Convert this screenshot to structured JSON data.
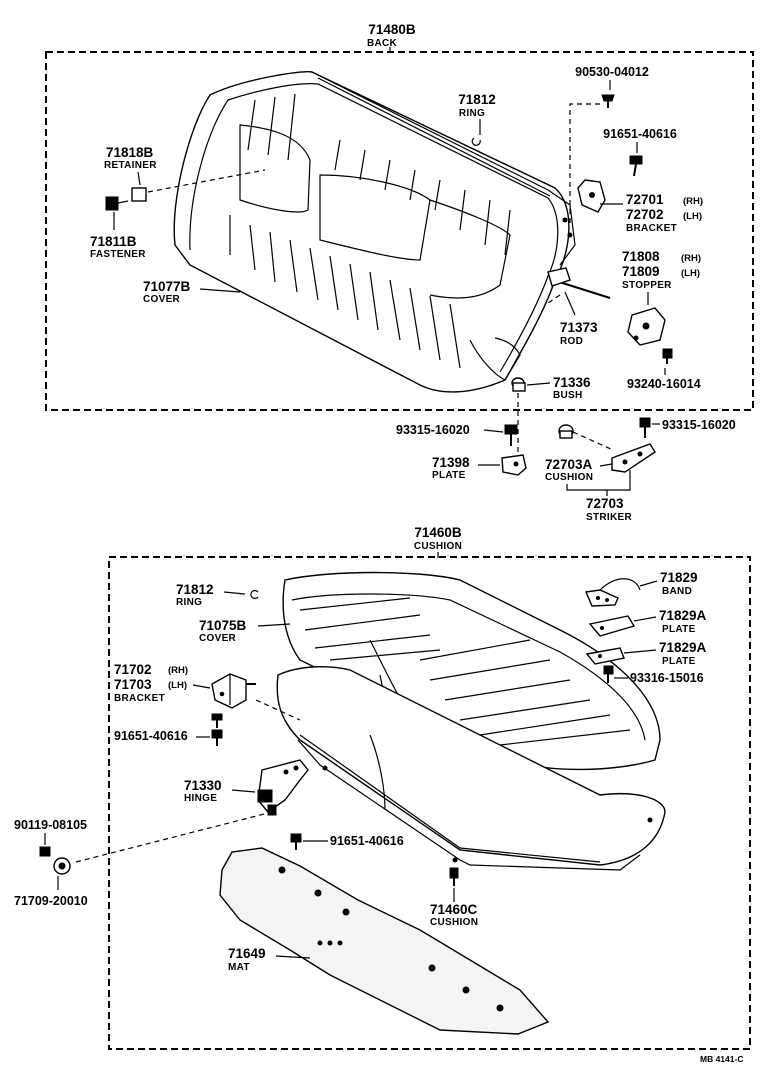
{
  "back": {
    "group": {
      "pn": "71480B",
      "name": "BACK"
    },
    "ring": {
      "pn": "71812",
      "name": "RING"
    },
    "screw_top": {
      "pn": "90530-04012"
    },
    "bolt_top": {
      "pn": "91651-40616"
    },
    "retainer": {
      "pn": "71818B",
      "name": "RETAINER"
    },
    "fastener": {
      "pn": "71811B",
      "name": "FASTENER"
    },
    "cover": {
      "pn": "71077B",
      "name": "COVER"
    },
    "bracket": {
      "pn1": "72701",
      "side1": "(RH)",
      "pn2": "72702",
      "side2": "(LH)",
      "name": "BRACKET"
    },
    "stopper": {
      "pn1": "71808",
      "side1": "(RH)",
      "pn2": "71809",
      "side2": "(LH)",
      "name": "STOPPER"
    },
    "rod": {
      "pn": "71373",
      "name": "ROD"
    },
    "bolt_stopper": {
      "pn": "93240-16014"
    },
    "bush": {
      "pn": "71336",
      "name": "BUSH"
    }
  },
  "middle": {
    "screw_left": {
      "pn": "93315-16020"
    },
    "screw_right": {
      "pn": "93315-16020"
    },
    "plate": {
      "pn": "71398",
      "name": "PLATE"
    },
    "striker_cushion": {
      "pn": "72703A",
      "name": "CUSHION"
    },
    "striker": {
      "pn": "72703",
      "name": "STRIKER"
    }
  },
  "cushion": {
    "group": {
      "pn": "71460B",
      "name": "CUSHION"
    },
    "ring": {
      "pn": "71812",
      "name": "RING"
    },
    "cover": {
      "pn": "71075B",
      "name": "COVER"
    },
    "band": {
      "pn": "71829",
      "name": "BAND"
    },
    "plate_a1": {
      "pn": "71829A",
      "name": "PLATE"
    },
    "plate_a2": {
      "pn": "71829A",
      "name": "PLATE"
    },
    "screw_plate": {
      "pn": "93316-15016"
    },
    "bracket": {
      "pn1": "71702",
      "side1": "(RH)",
      "pn2": "71703",
      "side2": "(LH)",
      "name": "BRACKET"
    },
    "bolt_bracket": {
      "pn": "91651-40616"
    },
    "hinge": {
      "pn": "71330",
      "name": "HINGE"
    },
    "bolt_hinge": {
      "pn": "91651-40616"
    },
    "bolt_left": {
      "pn": "90119-08105"
    },
    "nut_left": {
      "pn": "71709-20010"
    },
    "cushion_pad": {
      "pn": "71460C",
      "name": "CUSHION"
    },
    "mat": {
      "pn": "71649",
      "name": "MAT"
    }
  },
  "footer": {
    "code": "MB 4141-C"
  }
}
